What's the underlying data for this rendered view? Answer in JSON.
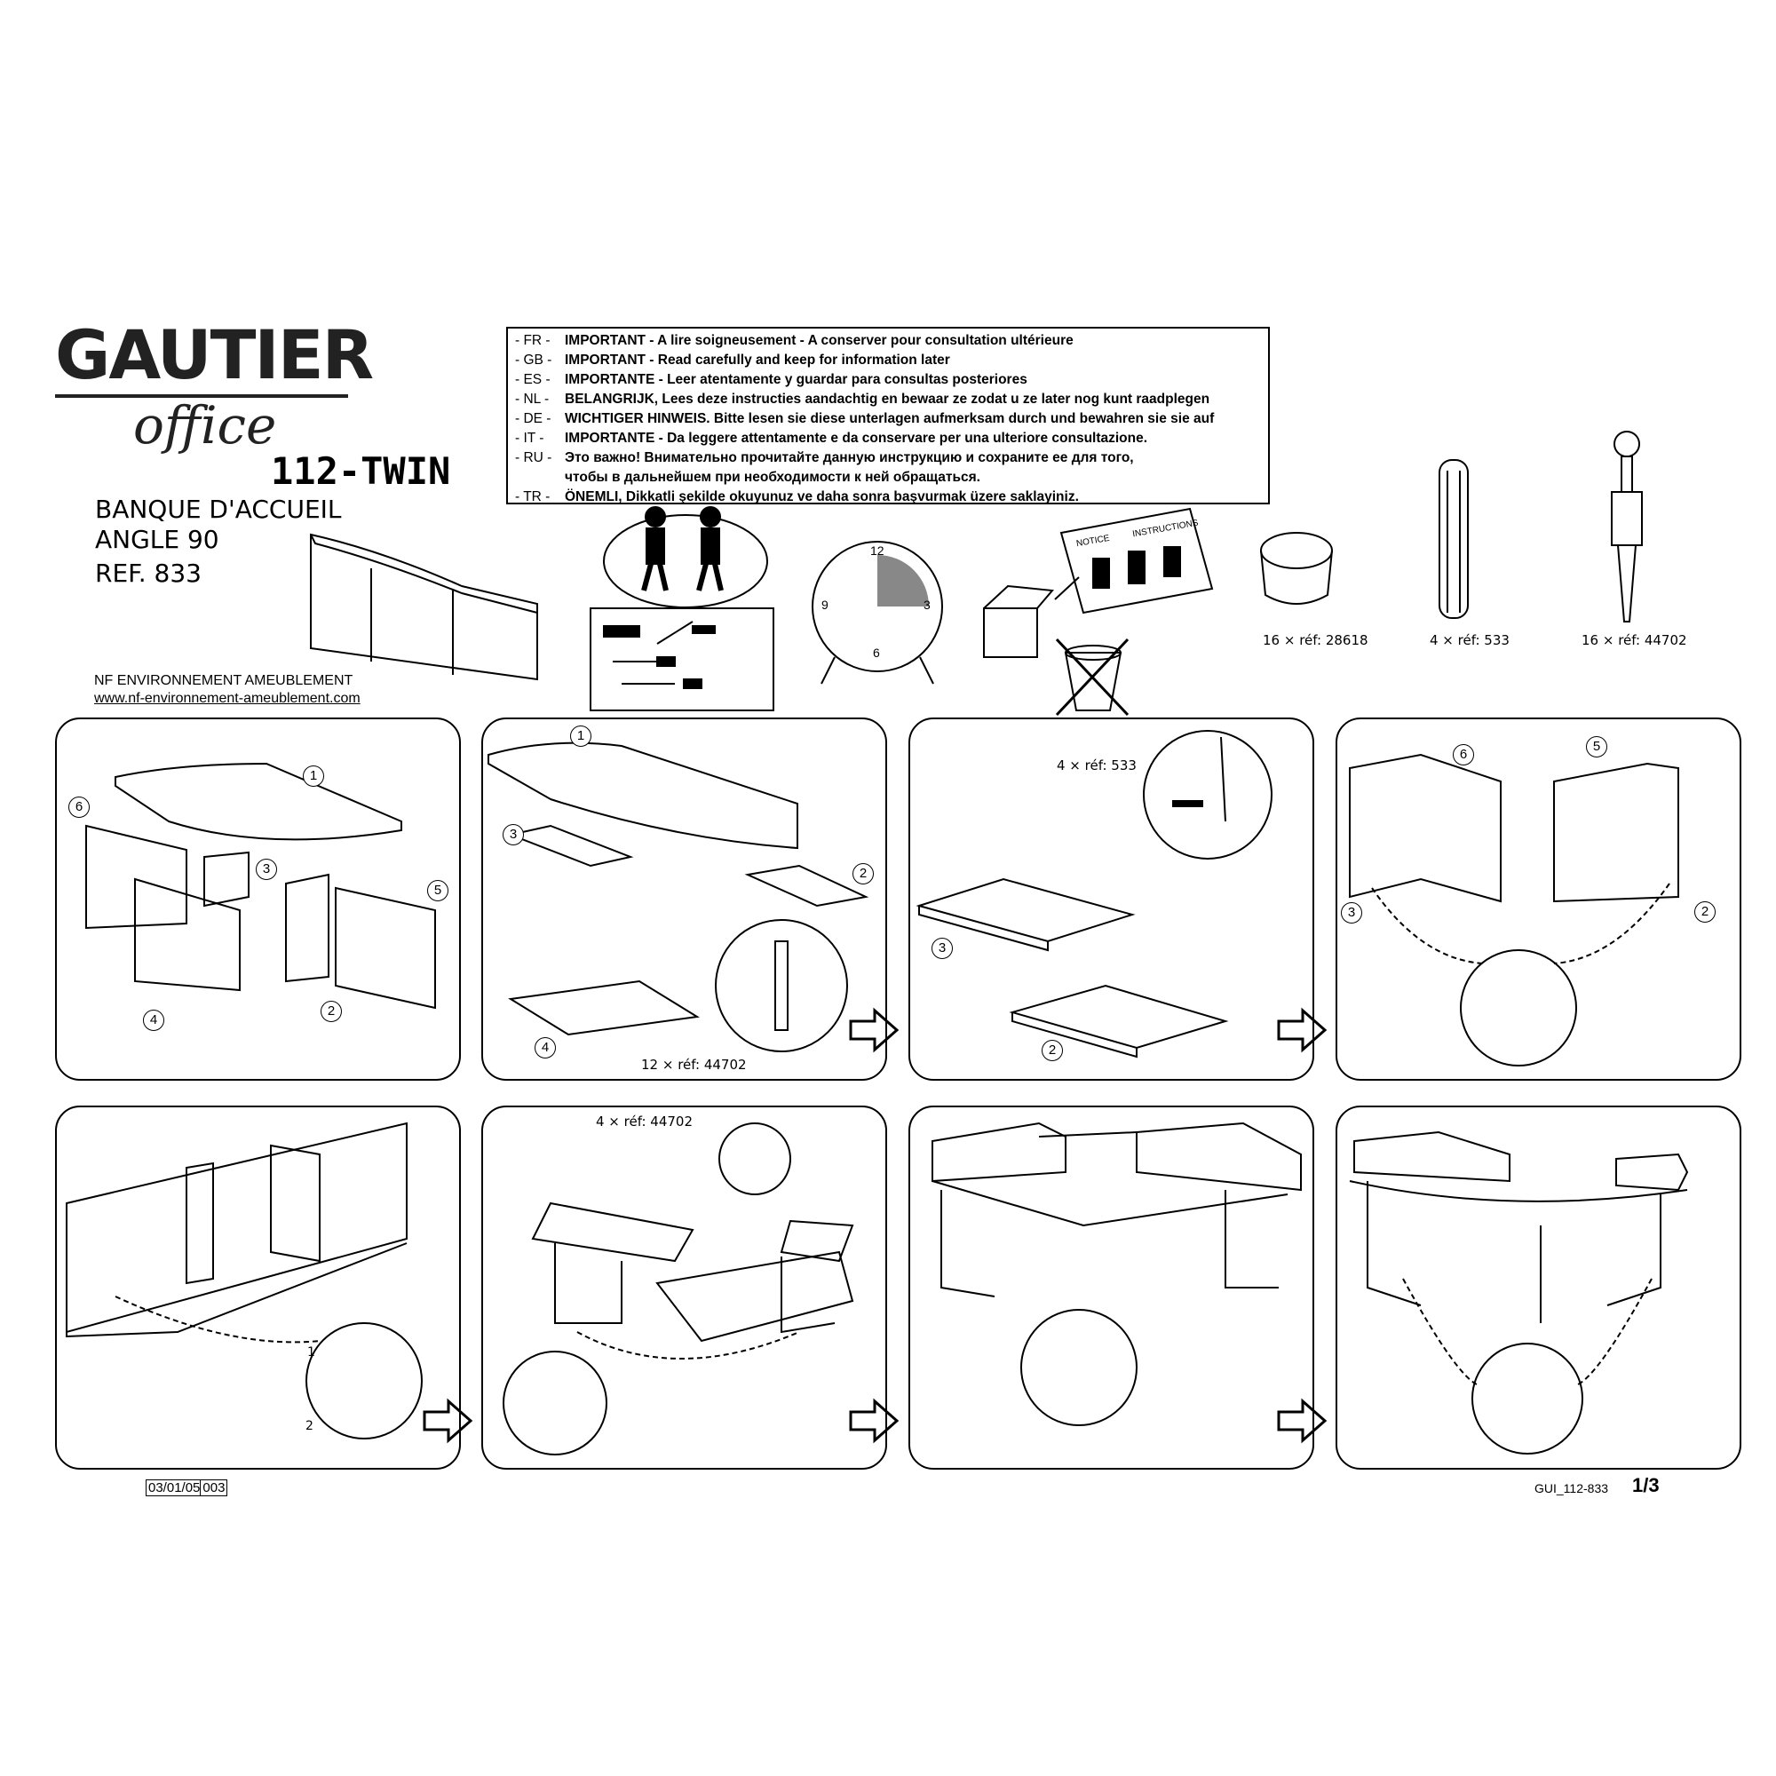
{
  "brand": {
    "name": "GAUTIER",
    "sub": "office"
  },
  "model": "112-TWIN",
  "product": {
    "line1": "BANQUE D'ACCUEIL",
    "line2": "ANGLE 90",
    "ref": "REF. 833"
  },
  "notice": [
    {
      "code": "- FR -",
      "text": "IMPORTANT - A lire soigneusement - A conserver pour consultation ultérieure"
    },
    {
      "code": "- GB -",
      "text": "IMPORTANT - Read carefully and keep for information later"
    },
    {
      "code": "- ES -",
      "text": "IMPORTANTE - Leer atentamente y guardar para consultas posteriores"
    },
    {
      "code": "- NL -",
      "text": "BELANGRIJK, Lees deze instructies aandachtig en bewaar ze zodat u ze later nog kunt raadplegen"
    },
    {
      "code": "- DE -",
      "text": "WICHTIGER HINWEIS. Bitte lesen sie diese unterlagen aufmerksam durch und bewahren sie sie auf"
    },
    {
      "code": "-  IT  -",
      "text": "IMPORTANTE - Da leggere attentamente e da conservare per una ulteriore consultazione."
    },
    {
      "code": "- RU -",
      "text": "Это важно! Внимательно прочитайте данную инструкцию и сохраните ее для того,"
    },
    {
      "code": "",
      "text": "чтобы в дальнейшем при необходимости к ней обращаться."
    },
    {
      "code": "- TR -",
      "text": "ÖNEMLI, Dikkatli şekilde okuyunuz ve daha sonra başvurmak üzere saklayiniz."
    }
  ],
  "clock": {
    "n12": "12",
    "n3": "3",
    "n6": "6",
    "n9": "9"
  },
  "manual": {
    "left": "NOTICE",
    "right": "INSTRUCTIONS"
  },
  "hardware": [
    {
      "label": "16 × réf: 28618"
    },
    {
      "label": "4 × réf: 533"
    },
    {
      "label": "16 × réf: 44702"
    }
  ],
  "nf": {
    "title": "NF ENVIRONNEMENT AMEUBLEMENT",
    "url": "www.nf-environnement-ameublement.com"
  },
  "steps": {
    "s1": [
      "1",
      "6",
      "3",
      "5",
      "4",
      "2"
    ],
    "s2": {
      "nums": [
        "1",
        "3",
        "2",
        "4"
      ],
      "label": "12 × réf: 44702"
    },
    "s3": {
      "nums": [
        "3",
        "2"
      ],
      "label": "4 × réf: 533"
    },
    "s4": [
      "6",
      "5",
      "3",
      "2"
    ],
    "s6": {
      "label": "4 × réf: 44702"
    },
    "arrow_nums": {
      "a": "1",
      "b": "2"
    }
  },
  "footer": {
    "date": "03/01/05",
    "rev": "003",
    "doc": "GUI_112-833",
    "page": "1/3"
  }
}
